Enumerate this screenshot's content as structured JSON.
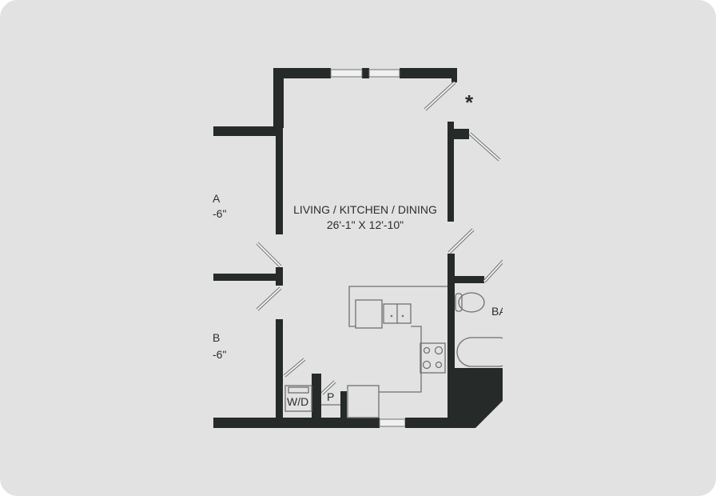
{
  "floorplan": {
    "room_main_name": "LIVING / KITCHEN / DINING",
    "room_main_size": "26'-1\" X 12'-10\"",
    "room_a_label": "A",
    "room_a_size": "-6\"",
    "room_b_label": "B",
    "room_b_size": "-6\"",
    "bath_label": "BA",
    "washer_dryer_label": "W/D",
    "pantry_label": "P",
    "marker_symbol": "*"
  },
  "colors": {
    "wall": "#262a29",
    "background": "#e2e2e2"
  }
}
